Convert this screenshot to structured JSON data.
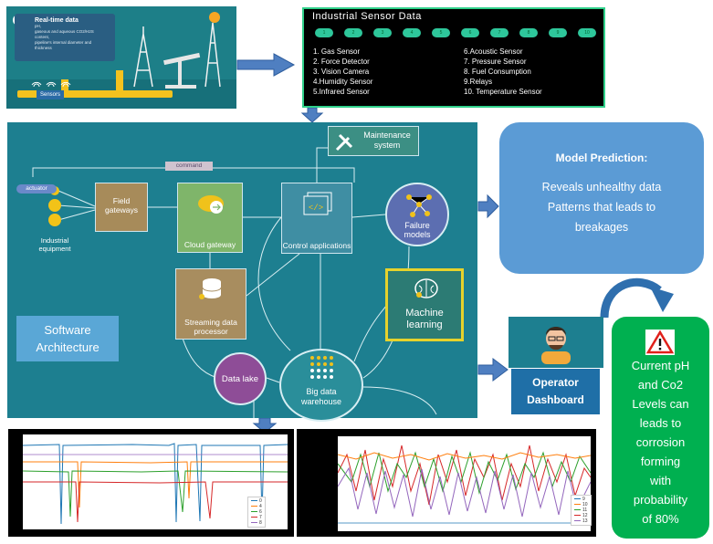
{
  "illustration": {
    "realtime_title": "Real-time data",
    "realtime_items": [
      "pH,",
      "gaseous and aqueous CO2/H2S content,",
      "pipeline's internal diameter and thickness"
    ],
    "sensors_label": "Sensors"
  },
  "sensor_panel": {
    "title": "Industrial Sensor Data",
    "dots": [
      "1",
      "2",
      "3",
      "4",
      "5",
      "6",
      "7",
      "8",
      "9",
      "10"
    ],
    "left_items": [
      "1. Gas Sensor",
      "2. Force Detector",
      "3. Vision Camera",
      "4.Humidity Sensor",
      "5.Infrared Sensor"
    ],
    "right_items": [
      "6.Acoustic Sensor",
      "7. Pressure Sensor",
      "8. Fuel Consumption",
      "9.Relays",
      "10. Temperature Sensor"
    ],
    "accent": "#2fd08a"
  },
  "architecture": {
    "command": "command",
    "actuator": "actuator",
    "industrial_equipment": "Industrial equipment",
    "field_gateways": "Field gateways",
    "cloud_gateway": "Cloud gateway",
    "streaming": "Streaming data processor",
    "control": "Control applications",
    "maintenance": "Maintenance system",
    "failure_models": "Failure models",
    "machine_learning": "Machine learning",
    "data_lake": "Data lake",
    "big_data": "Big data warehouse",
    "software_architecture": "Software Architecture"
  },
  "prediction": {
    "title": "Model Prediction:",
    "lines": [
      "Reveals unhealthy data",
      "Patterns that leads to",
      "breakages"
    ]
  },
  "operator": {
    "label_line1": "Operator",
    "label_line2": "Dashboard"
  },
  "warning": {
    "lines": [
      "Current pH",
      "and Co2",
      "Levels can",
      "leads to",
      "corrosion",
      "forming",
      "with",
      "probability",
      "of 80%"
    ]
  },
  "plot_left": {
    "legend": [
      {
        "name": "0",
        "color": "#1f77b4"
      },
      {
        "name": "4",
        "color": "#ff7f0e"
      },
      {
        "name": "6",
        "color": "#2ca02c"
      },
      {
        "name": "7",
        "color": "#d62728"
      },
      {
        "name": "8",
        "color": "#9467bd"
      }
    ]
  },
  "plot_right": {
    "legend": [
      {
        "name": "9",
        "color": "#1f77b4"
      },
      {
        "name": "10",
        "color": "#ff7f0e"
      },
      {
        "name": "11",
        "color": "#2ca02c"
      },
      {
        "name": "12",
        "color": "#d62728"
      },
      {
        "name": "13",
        "color": "#9467bd"
      }
    ]
  }
}
